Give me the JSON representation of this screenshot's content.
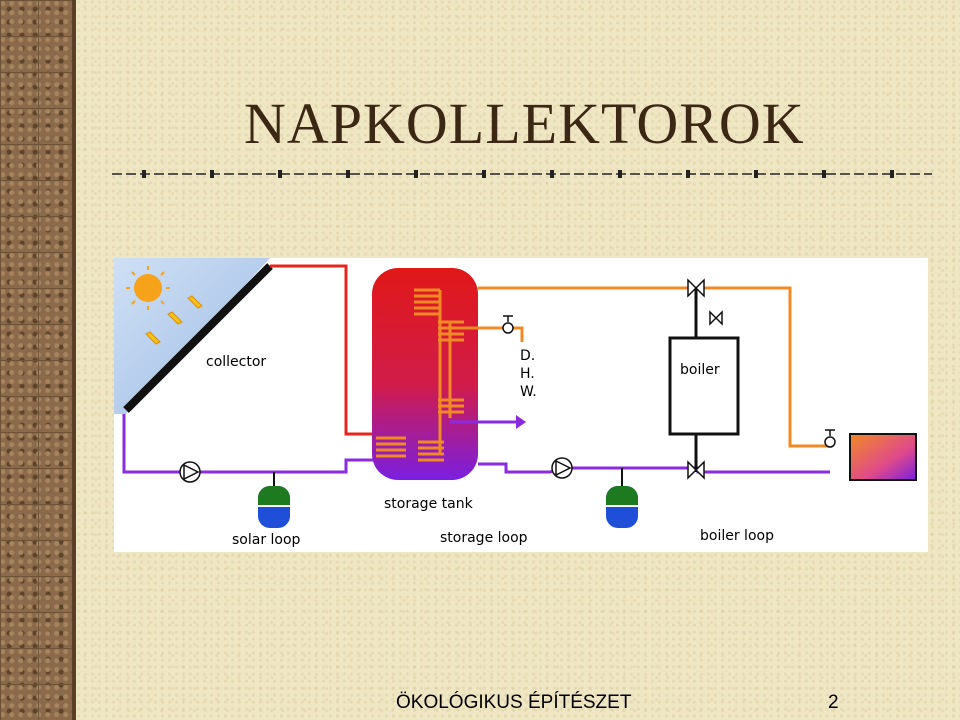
{
  "slide": {
    "title": "NAPKOLLEKTOROK",
    "footer": "ÖKOLÓGIKUS ÉPÍTÉSZET",
    "page_number": "2"
  },
  "diagram": {
    "labels": {
      "collector": "collector",
      "storage_tank": "storage tank",
      "dhw_d": "D.",
      "dhw_h": "H.",
      "dhw_w": "W.",
      "boiler": "boiler",
      "solar_loop": "solar loop",
      "storage_loop": "storage loop",
      "boiler_loop": "boiler loop"
    },
    "colors": {
      "hot": "#e8241c",
      "cold": "#8a2be2",
      "boiler_circuit": "#f08a24",
      "expansion_top": "#1e7a1e",
      "expansion_bottom": "#1f4fd8"
    }
  }
}
